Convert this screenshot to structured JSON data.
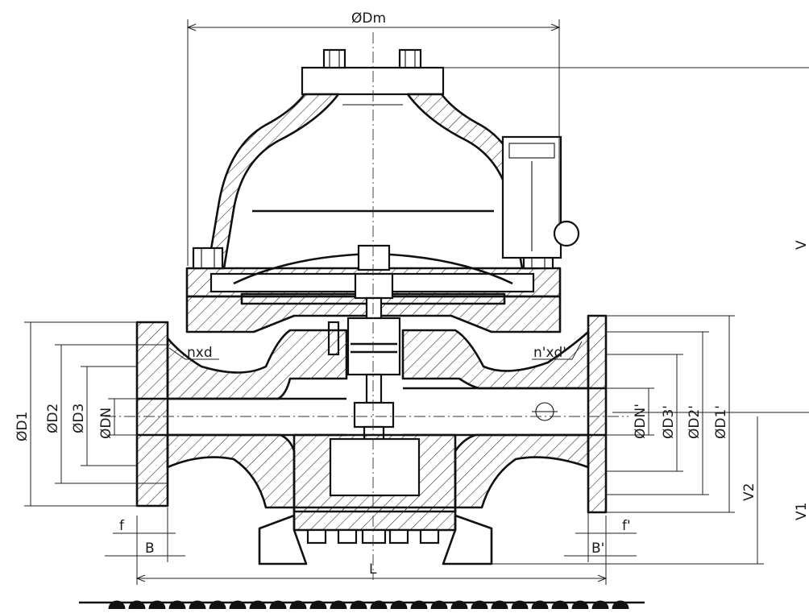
{
  "labels": {
    "dm": "ØDm",
    "d1": "ØD1",
    "d2": "ØD2",
    "d3": "ØD3",
    "dn": "ØDN",
    "dn_p": "ØDN'",
    "d3_p": "ØD3'",
    "d2_p": "ØD2'",
    "d1_p": "ØD1'",
    "nxd": "nxd",
    "nxd_p": "n'xd'",
    "f": "f",
    "f_p": "f'",
    "b": "B",
    "b_p": "B'",
    "l": "L",
    "v": "V",
    "v1": "V1",
    "v2": "V2"
  },
  "colors": {
    "line": "#111111",
    "background": "#ffffff"
  }
}
